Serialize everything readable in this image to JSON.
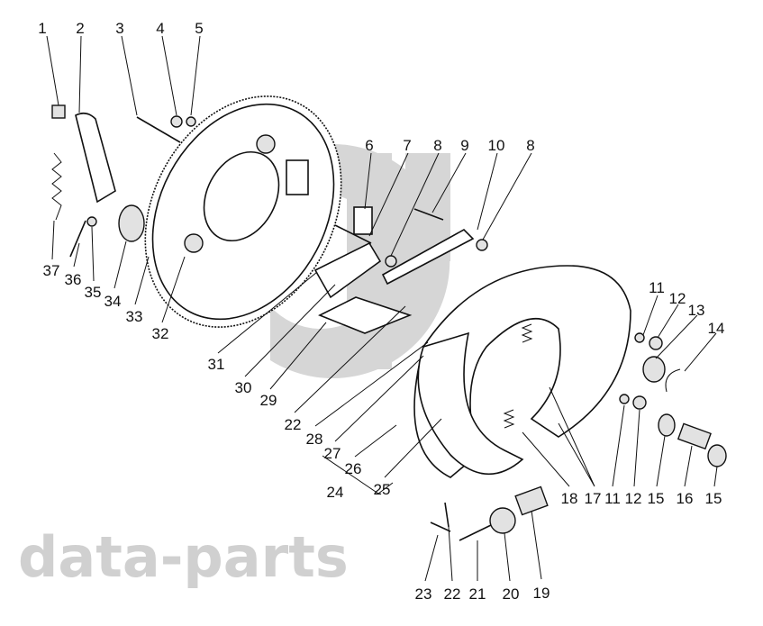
{
  "watermark": "data-parts",
  "callouts": [
    "1",
    "2",
    "3",
    "4",
    "5",
    "6",
    "7",
    "8",
    "9",
    "10",
    "8",
    "11",
    "12",
    "13",
    "14",
    "37",
    "36",
    "35",
    "34",
    "33",
    "32",
    "31",
    "30",
    "29",
    "22",
    "28",
    "27",
    "26",
    "24",
    "25",
    "18",
    "17",
    "11",
    "12",
    "15",
    "16",
    "15",
    "23",
    "22",
    "21",
    "20",
    "19"
  ]
}
